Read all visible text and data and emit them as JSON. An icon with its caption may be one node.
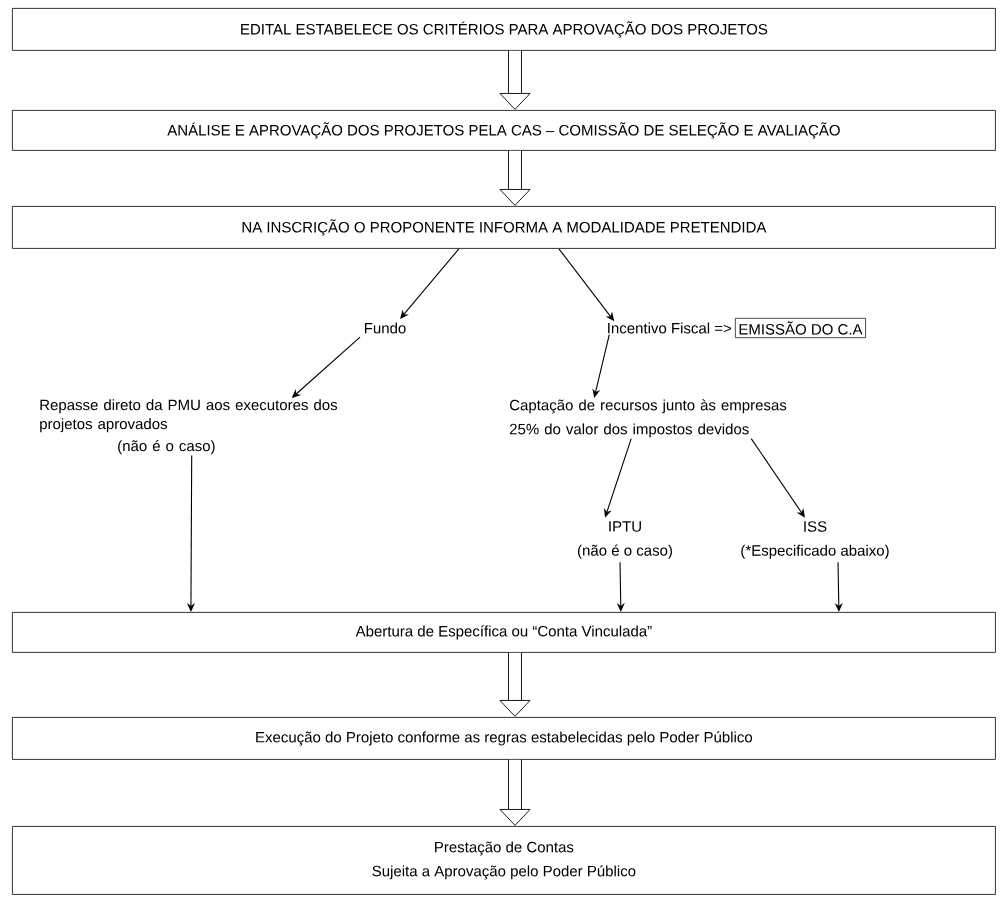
{
  "diagram": {
    "nodes": [
      {
        "text": [
          "EDITAL ESTABELECE OS CRITÉRIOS PARA APROVAÇÃO DOS PROJETOS"
        ]
      },
      {
        "text": [
          "ANÁLISE E APROVAÇÃO DOS PROJETOS PELA CAS – COMISSÃO DE SELEÇÃO E AVALIAÇÃO"
        ]
      },
      {
        "text": [
          "NA INSCRIÇÃO O PROPONENTE INFORMA A MODALIDADE PRETENDIDA"
        ]
      },
      {
        "text": [
          "Fundo"
        ]
      },
      {
        "text": [
          "Incentivo Fiscal =>"
        ]
      },
      {
        "text": [
          "EMISSÃO DO C.A"
        ]
      },
      {
        "text": [
          "Repasse direto da PMU aos executores dos projetos aprovados",
          "(não é o caso)"
        ]
      },
      {
        "text": [
          "Captação de recursos junto às empresas",
          "25% do valor dos impostos devidos"
        ]
      },
      {
        "text": [
          "IPTU",
          "(não é o caso)"
        ]
      },
      {
        "text": [
          "ISS",
          "(*Especificado abaixo)"
        ]
      },
      {
        "text": [
          "Abertura de Específica ou “Conta Vinculada”"
        ]
      },
      {
        "text": [
          "Execução do Projeto conforme as regras estabelecidas pelo Poder Público"
        ]
      },
      {
        "text": [
          "Prestação de Contas",
          "Sujeita a Aprovação pelo Poder Público"
        ]
      }
    ],
    "edges": [
      {
        "from": 0,
        "to": 1,
        "arrow": "to",
        "style": "thick"
      },
      {
        "from": 1,
        "to": 2,
        "arrow": "to",
        "style": "thick"
      },
      {
        "from": 2,
        "to": 3,
        "arrow": "to"
      },
      {
        "from": 2,
        "to": 4,
        "arrow": "to"
      },
      {
        "from": 3,
        "to": 6,
        "arrow": "to"
      },
      {
        "from": 4,
        "to": 7,
        "arrow": "to"
      },
      {
        "from": 7,
        "to": 8,
        "arrow": "to"
      },
      {
        "from": 7,
        "to": 9,
        "arrow": "to"
      },
      {
        "from": 6,
        "to": 10,
        "arrow": "to"
      },
      {
        "from": 8,
        "to": 10,
        "arrow": "to"
      },
      {
        "from": 9,
        "to": 10,
        "arrow": "to"
      },
      {
        "from": 10,
        "to": 11,
        "arrow": "to",
        "style": "thick"
      },
      {
        "from": 11,
        "to": 12,
        "arrow": "to",
        "style": "thick"
      }
    ]
  }
}
